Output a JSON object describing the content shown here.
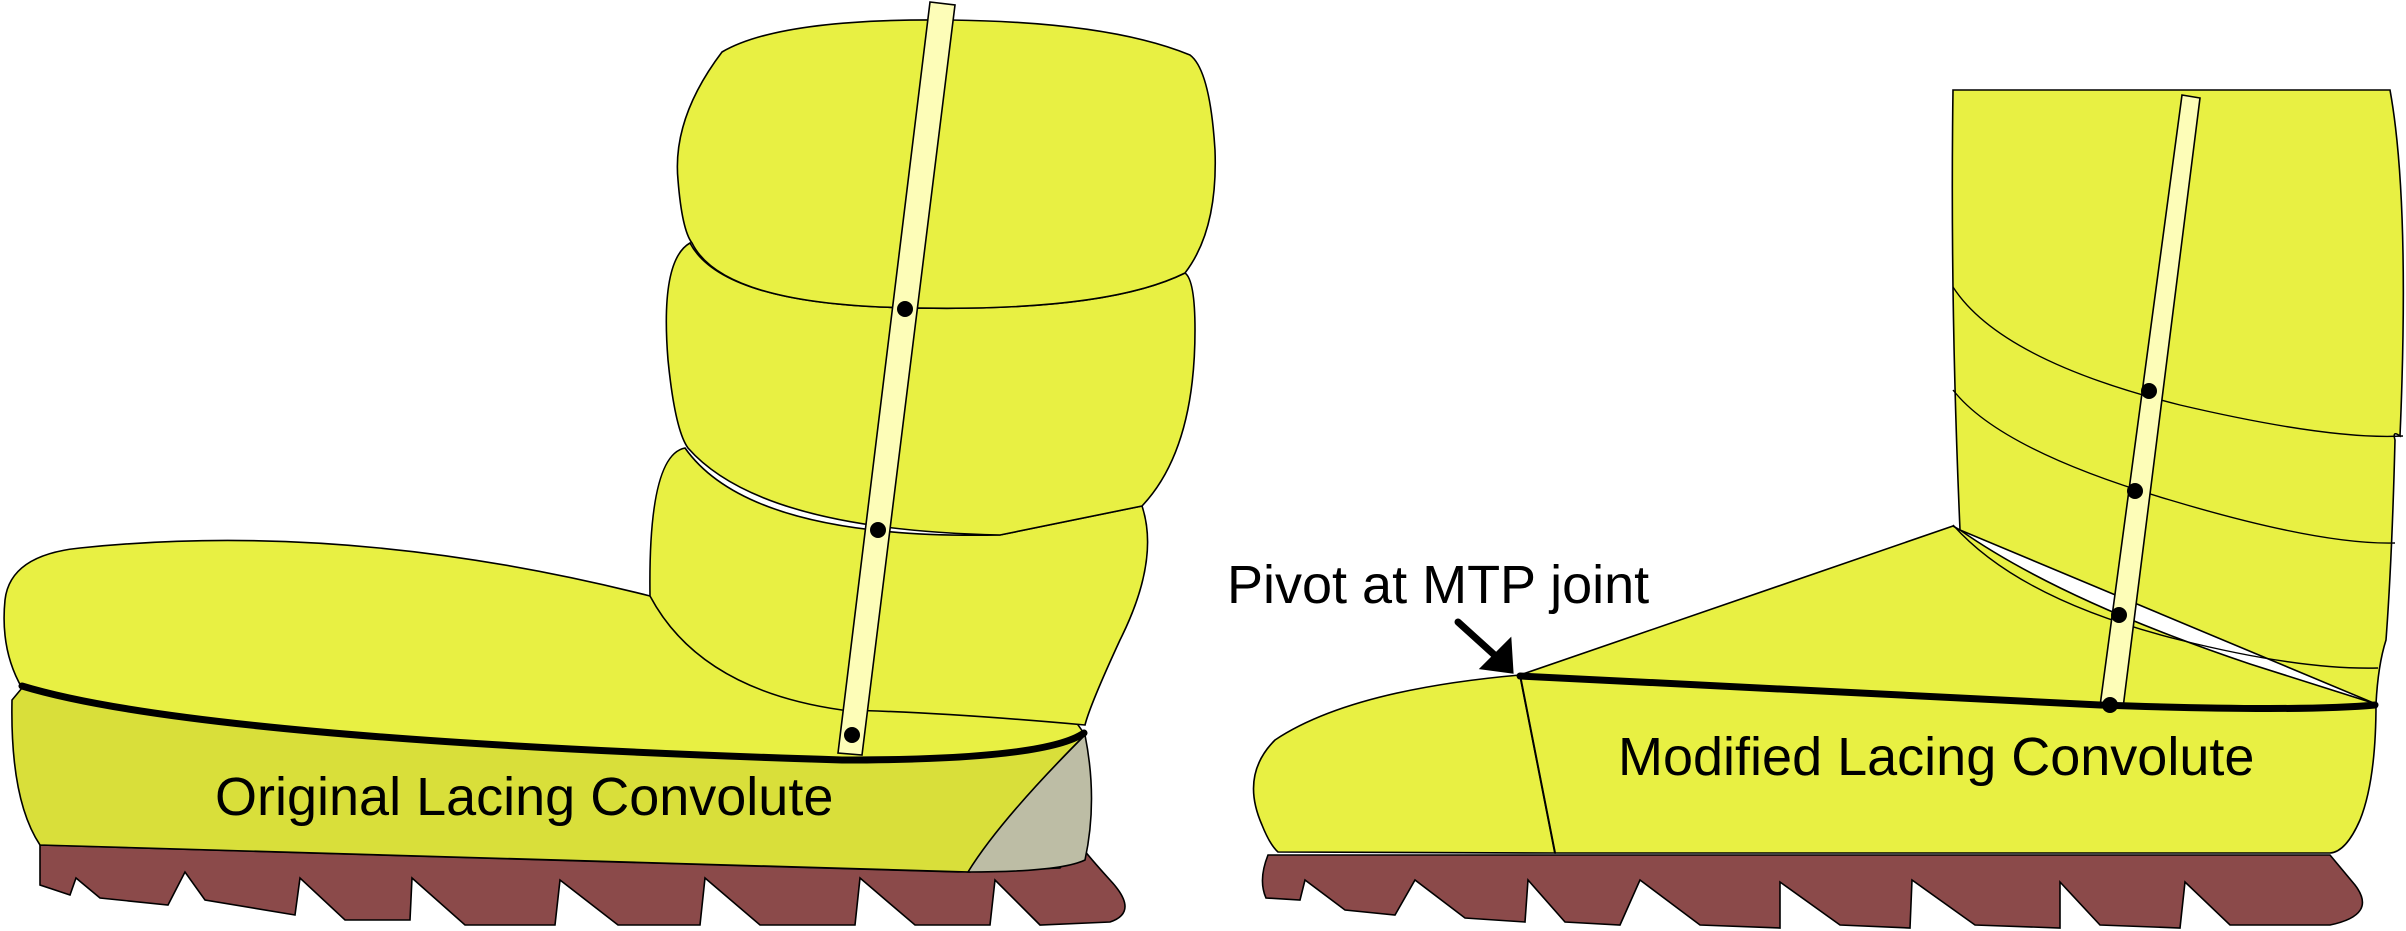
{
  "diagram": {
    "left_boot": {
      "label": "Original Lacing Convolute"
    },
    "right_boot": {
      "label": "Modified Lacing Convolute",
      "callout": "Pivot at MTP joint"
    },
    "colors": {
      "boot_fill": "#e8f043",
      "lacing_fill": "#d9df3a",
      "heel_fill": "#bdbda5",
      "strap_fill": "#fdfdb8",
      "sole_fill": "#8b4a4a",
      "line": "#000000"
    }
  }
}
